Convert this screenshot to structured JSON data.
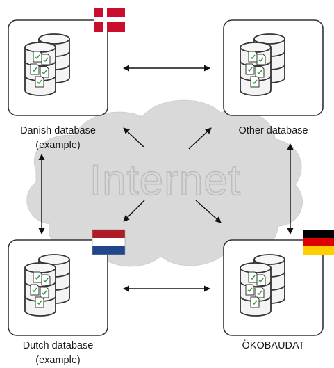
{
  "cloud_label": "Internet",
  "databases": {
    "danish": {
      "label_line1": "Danish database",
      "label_line2": "(example)",
      "flag": "denmark"
    },
    "other": {
      "label_line1": "Other database",
      "label_line2": "",
      "flag": ""
    },
    "dutch": {
      "label_line1": "Dutch database",
      "label_line2": "(example)",
      "flag": "netherlands"
    },
    "oko": {
      "label_line1": "ÖKOBAUDAT",
      "label_line2": "",
      "flag": "germany"
    }
  },
  "icons": {
    "database": "database-stack-icon",
    "document": "document-sheet-icon"
  },
  "colors": {
    "cloud": "#d9d9d9",
    "box_stroke": "#333333",
    "arrow": "#111111",
    "doc_check": "#2e9e3e",
    "flag_denmark_red": "#c8102e",
    "flag_nl_red": "#ae1c28",
    "flag_nl_blue": "#21468b",
    "flag_de_black": "#000000",
    "flag_de_red": "#dd0000",
    "flag_de_gold": "#ffce00"
  }
}
